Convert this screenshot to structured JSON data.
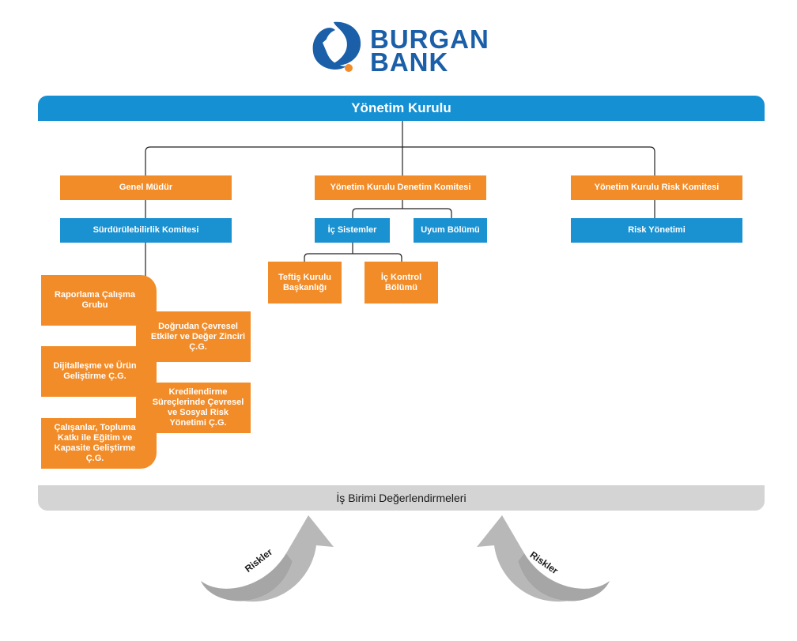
{
  "logo": {
    "line1": "BURGAN",
    "line2": "BANK"
  },
  "board": {
    "title": "Yönetim Kurulu"
  },
  "left_branch": {
    "manager": "Genel Müdür",
    "committee": "Sürdürülebilirlik Komitesi",
    "groups": [
      "Raporlama Çalışma Grubu",
      "Doğrudan Çevresel Etkiler ve Değer Zinciri Ç.G.",
      "Dijitalleşme ve Ürün Geliştirme Ç.G.",
      "Kredilendirme Süreçlerinde Çevresel ve Sosyal Risk Yönetimi Ç.G.",
      "Çalışanlar, Topluma Katkı ile Eğitim ve Kapasite Geliştirme Ç.G."
    ]
  },
  "middle_branch": {
    "committee": "Yönetim Kurulu Denetim Komitesi",
    "internal_systems": "İç Sistemler",
    "compliance": "Uyum Bölümü",
    "inspection": "Teftiş Kurulu Başkanlığı",
    "internal_control": "İç Kontrol Bölümü"
  },
  "right_branch": {
    "committee": "Yönetim Kurulu Risk Komitesi",
    "risk_management": "Risk Yönetimi"
  },
  "footer": {
    "title": "İş Birimi Değerlendirmeleri"
  },
  "arrows": {
    "left_label": "Riskler",
    "right_label": "Riskler"
  },
  "colors": {
    "blue": "#1590d3",
    "orange": "#f28c28",
    "grey": "#d4d4d4",
    "logo_blue": "#1a5fa8",
    "logo_orange": "#f28c28"
  }
}
